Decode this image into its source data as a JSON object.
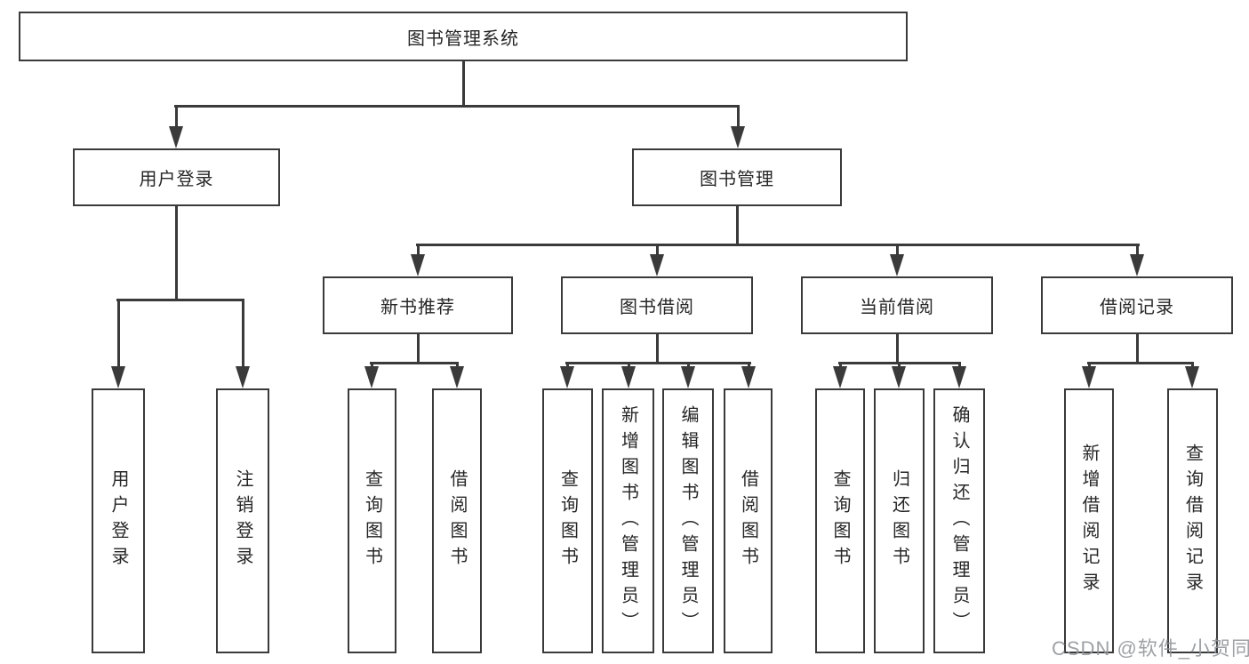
{
  "tree": {
    "root": "图书管理系统",
    "user_login": {
      "label": "用户登录",
      "children": [
        "用户登录",
        "注销登录"
      ]
    },
    "book_mgmt": {
      "label": "图书管理",
      "sections": [
        {
          "label": "新书推荐",
          "children": [
            "查询图书",
            "借阅图书"
          ]
        },
        {
          "label": "图书借阅",
          "children": [
            "查询图书",
            "新增图书（管理员）",
            "编辑图书（管理员）",
            "借阅图书"
          ]
        },
        {
          "label": "当前借阅",
          "children": [
            "查询图书",
            "归还图书",
            "确认归还（管理员）"
          ]
        },
        {
          "label": "借阅记录",
          "children": [
            "新增借阅记录",
            "查询借阅记录"
          ]
        }
      ]
    }
  },
  "watermark": "CSDN @软件_小贺同学",
  "colors": {
    "line": "#3a3a3a",
    "text": "#262626",
    "watermark": "#919498",
    "background": "#ffffff"
  }
}
